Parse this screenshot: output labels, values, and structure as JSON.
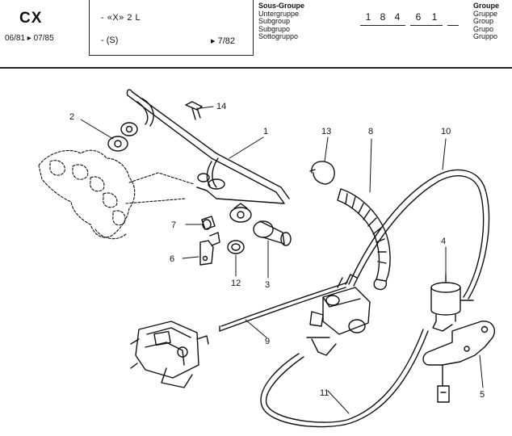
{
  "header": {
    "model": "CX",
    "date_range": "06/81 ▸ 07/85",
    "engine": "- «X» 2 L",
    "suffix": "- (S)",
    "reference": "▸ 7/82",
    "subgroup_labels": [
      "Sous-Groupe",
      "Untergruppe",
      "Subgroup",
      "Subgrupo",
      "Sottogruppo"
    ],
    "group_labels": [
      "Groupe",
      "Gruppe",
      "Group",
      "Grupo",
      "Gruppo"
    ],
    "code_chars": [
      "1",
      "8",
      "4",
      "6",
      "1"
    ]
  },
  "callouts": [
    "1",
    "2",
    "3",
    "4",
    "5",
    "6",
    "7",
    "8",
    "9",
    "10",
    "11",
    "12",
    "13",
    "14"
  ]
}
